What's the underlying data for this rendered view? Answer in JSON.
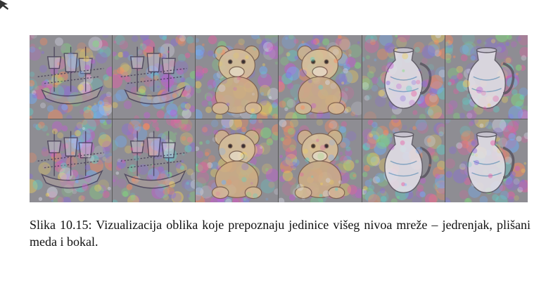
{
  "figure": {
    "caption": "Slika 10.15: Vizualizacija oblika koje prepoznaju jedinice višeg nivoa mreže – jedrenjak, plišani meda i bokal.",
    "panels": [
      {
        "row": 1,
        "subject": "ship"
      },
      {
        "row": 1,
        "subject": "ship"
      },
      {
        "row": 1,
        "subject": "teddy-bear"
      },
      {
        "row": 1,
        "subject": "teddy-bear"
      },
      {
        "row": 1,
        "subject": "pitcher"
      },
      {
        "row": 1,
        "subject": "pitcher"
      },
      {
        "row": 2,
        "subject": "ship"
      },
      {
        "row": 2,
        "subject": "ship"
      },
      {
        "row": 2,
        "subject": "teddy-bear"
      },
      {
        "row": 2,
        "subject": "teddy-bear"
      },
      {
        "row": 2,
        "subject": "pitcher"
      },
      {
        "row": 2,
        "subject": "pitcher"
      }
    ]
  }
}
